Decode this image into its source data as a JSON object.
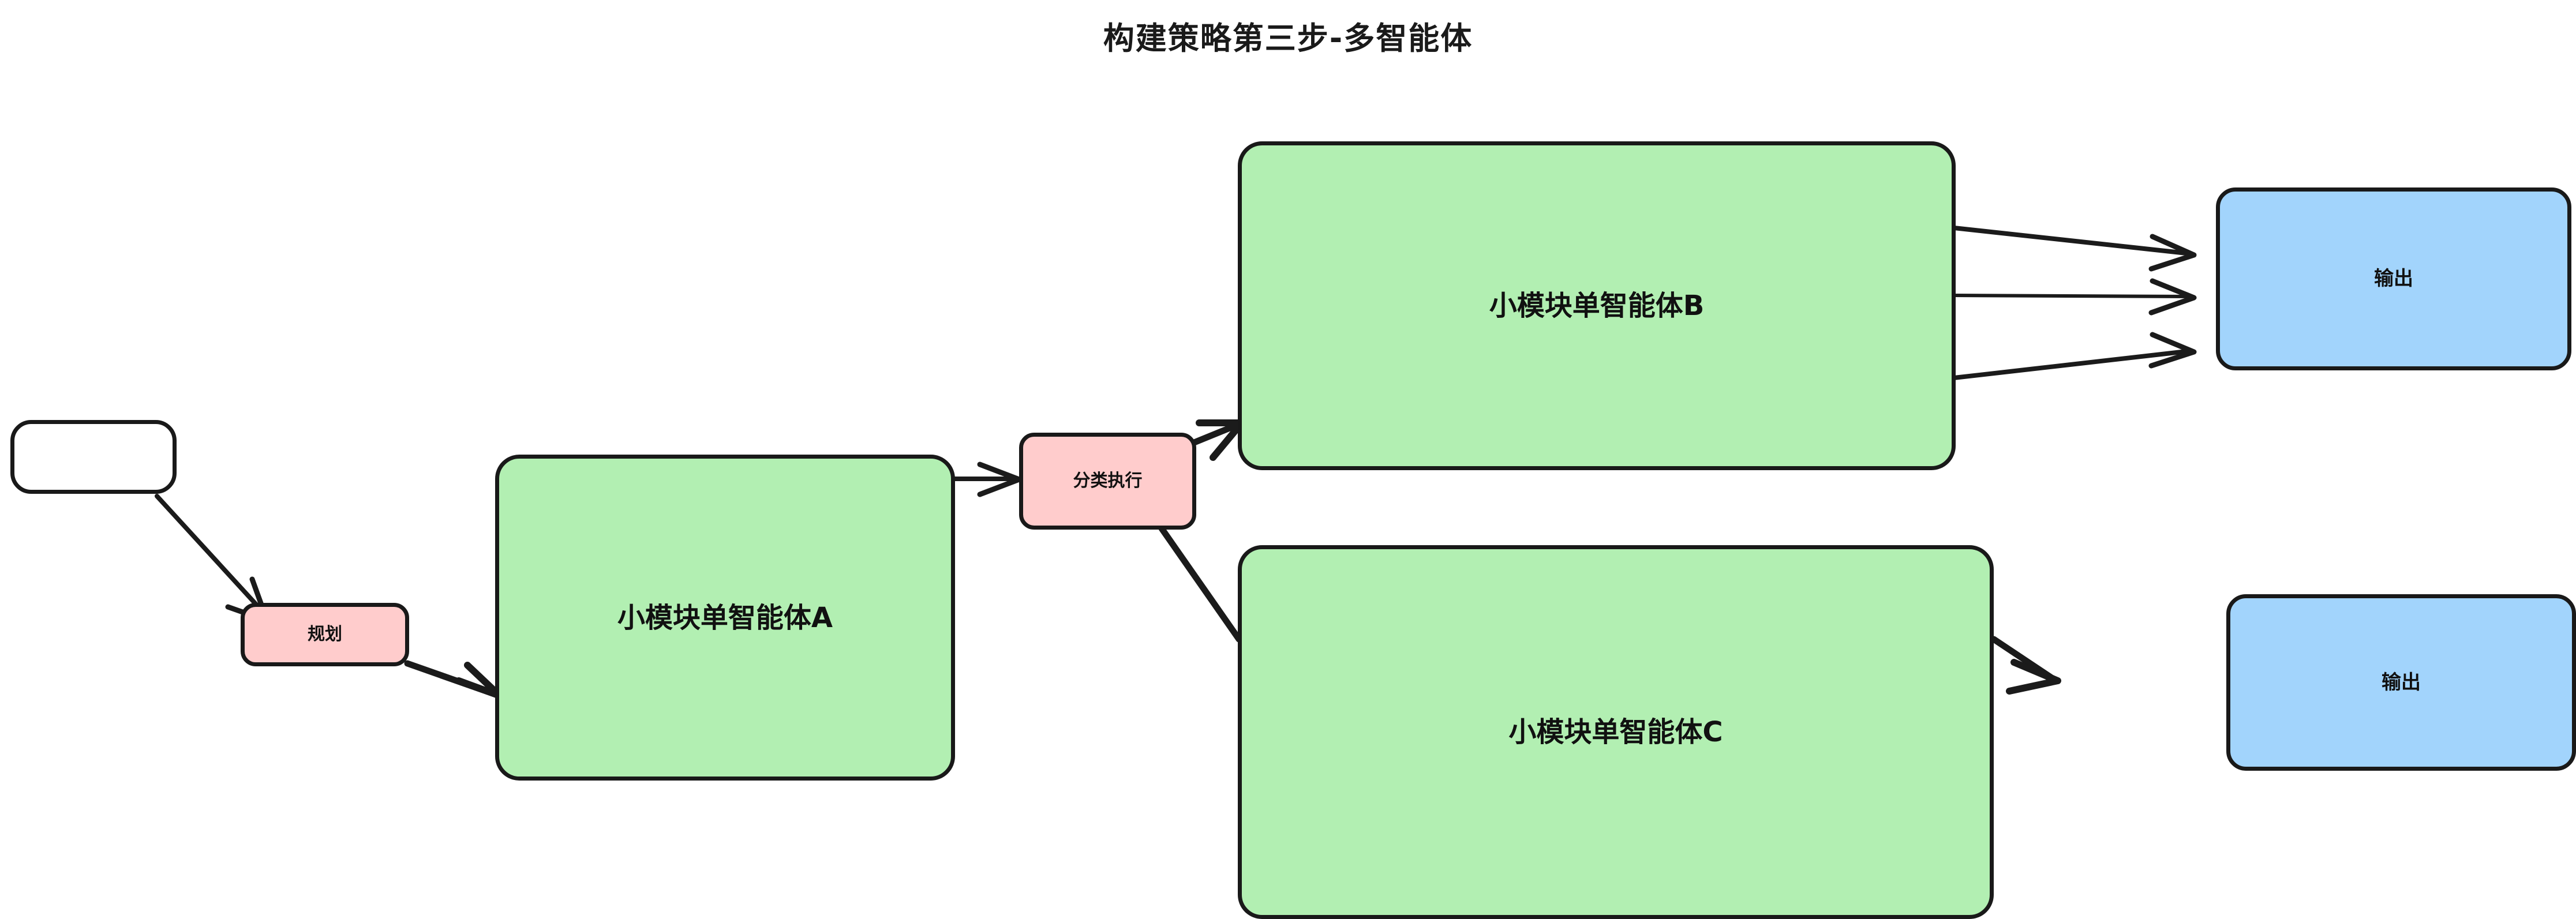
{
  "title": "构建策略第三步-多智能体",
  "colors": {
    "stroke": "#1b1b1b",
    "green_fill": "#b2efb2",
    "pink_fill": "#ffcccc",
    "blue_fill": "#a2d4fc",
    "white_fill": "#ffffff",
    "background": "#ffffff"
  },
  "nodes": [
    {
      "id": "start",
      "label": "",
      "shape": "rounded-rect",
      "fill": "white"
    },
    {
      "id": "plan",
      "label": "规划",
      "shape": "rounded-rect",
      "fill": "pink"
    },
    {
      "id": "agent_a",
      "label": "小模块单智能体A",
      "shape": "rounded-rect",
      "fill": "green"
    },
    {
      "id": "route",
      "label": "分类执行",
      "shape": "rounded-rect",
      "fill": "pink"
    },
    {
      "id": "agent_b",
      "label": "小模块单智能体B",
      "shape": "rounded-rect",
      "fill": "green"
    },
    {
      "id": "agent_c",
      "label": "小模块单智能体C",
      "shape": "rounded-rect",
      "fill": "green"
    },
    {
      "id": "out_top",
      "label": "输出",
      "shape": "rounded-rect",
      "fill": "blue"
    },
    {
      "id": "out_bot",
      "label": "输出",
      "shape": "rounded-rect",
      "fill": "blue"
    }
  ],
  "edges": [
    {
      "from": "start",
      "to": "plan",
      "arrow": true
    },
    {
      "from": "plan",
      "to": "agent_a",
      "arrow": true
    },
    {
      "from": "agent_a",
      "to": "route",
      "arrow": true
    },
    {
      "from": "route",
      "to": "agent_b",
      "arrow": true
    },
    {
      "from": "route",
      "to": "agent_c",
      "arrow": false
    },
    {
      "from": "agent_b",
      "to": "out_top",
      "arrow": true
    },
    {
      "from": "agent_b",
      "to": "out_top",
      "arrow": true
    },
    {
      "from": "agent_b",
      "to": "out_top",
      "arrow": true
    },
    {
      "from": "agent_c",
      "to": "out_bot",
      "arrow": true
    }
  ]
}
